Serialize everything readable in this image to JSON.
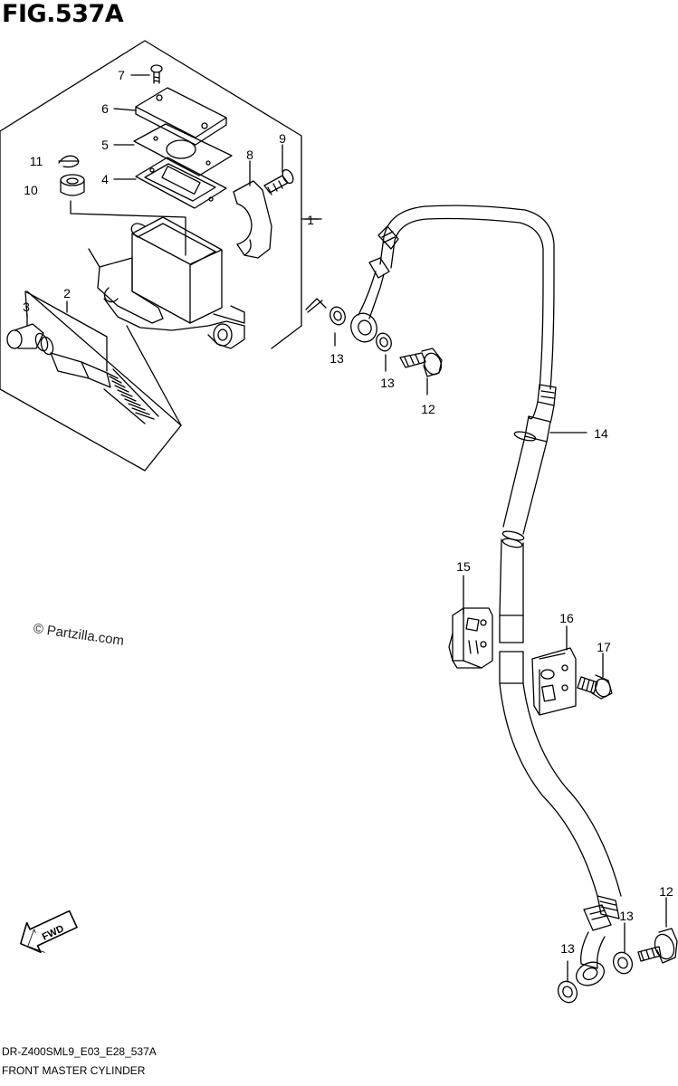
{
  "figure": {
    "title": "FIG.537A",
    "watermark": "© Partzilla.com",
    "diagram_code": "DR-Z400SML9_E03_E28_537A",
    "diagram_name": "FRONT MASTER CYLINDER",
    "direction_label": "FWD"
  },
  "callouts": [
    {
      "id": "c1",
      "label": "1"
    },
    {
      "id": "c2",
      "label": "2"
    },
    {
      "id": "c3",
      "label": "3"
    },
    {
      "id": "c4",
      "label": "4"
    },
    {
      "id": "c5",
      "label": "5"
    },
    {
      "id": "c6",
      "label": "6"
    },
    {
      "id": "c7",
      "label": "7"
    },
    {
      "id": "c8",
      "label": "8"
    },
    {
      "id": "c9",
      "label": "9"
    },
    {
      "id": "c10",
      "label": "10"
    },
    {
      "id": "c11",
      "label": "11"
    },
    {
      "id": "c12a",
      "label": "12"
    },
    {
      "id": "c12b",
      "label": "12"
    },
    {
      "id": "c13a",
      "label": "13"
    },
    {
      "id": "c13b",
      "label": "13"
    },
    {
      "id": "c13c",
      "label": "13"
    },
    {
      "id": "c13d",
      "label": "13"
    },
    {
      "id": "c14",
      "label": "14"
    },
    {
      "id": "c15",
      "label": "15"
    },
    {
      "id": "c16",
      "label": "16"
    },
    {
      "id": "c17",
      "label": "17"
    }
  ]
}
